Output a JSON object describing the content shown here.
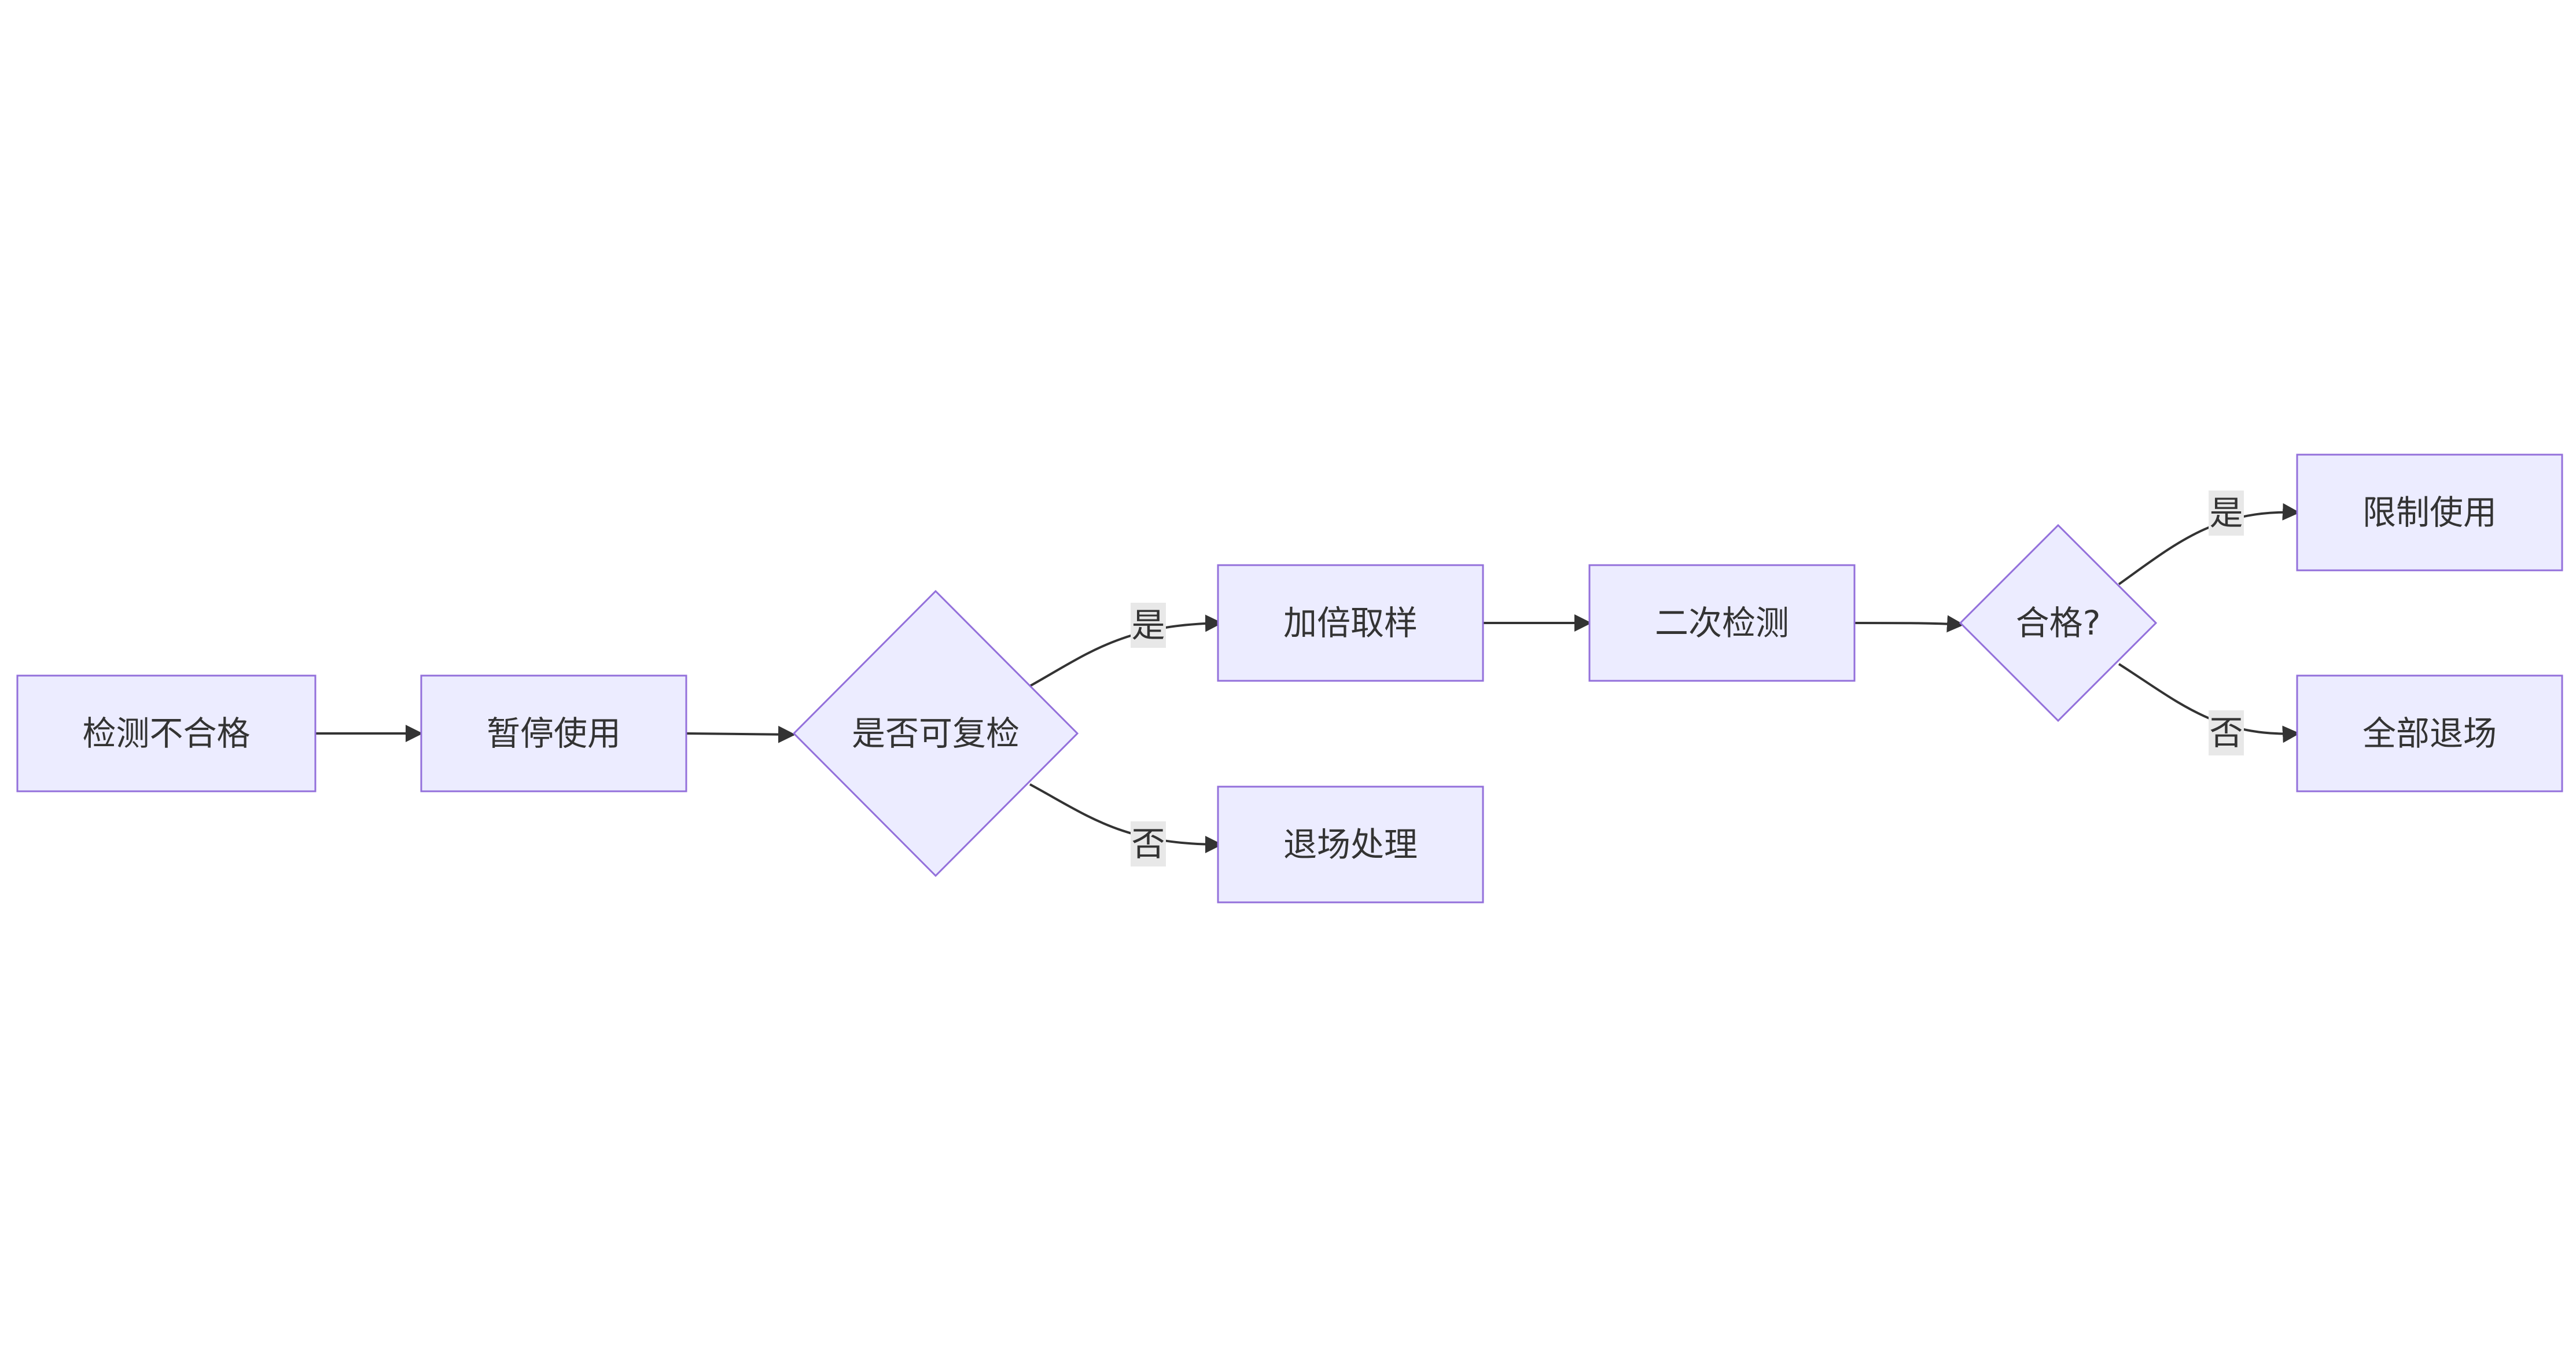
{
  "colors": {
    "node_fill": "#ECECFF",
    "node_stroke": "#9370DB",
    "edge": "#333333",
    "label_bg": "#E8E8E8",
    "text": "#333333"
  },
  "nodes": {
    "n1": {
      "label": "检测不合格",
      "shape": "rect"
    },
    "n2": {
      "label": "暂停使用",
      "shape": "rect"
    },
    "n3": {
      "label": "是否可复检",
      "shape": "diamond"
    },
    "n4": {
      "label": "加倍取样",
      "shape": "rect"
    },
    "n5": {
      "label": "退场处理",
      "shape": "rect"
    },
    "n6": {
      "label": "二次检测",
      "shape": "rect"
    },
    "n7": {
      "label": "合格?",
      "shape": "diamond"
    },
    "n8": {
      "label": "限制使用",
      "shape": "rect"
    },
    "n9": {
      "label": "全部退场",
      "shape": "rect"
    }
  },
  "edges": {
    "e1": {
      "from": "检测不合格",
      "to": "暂停使用",
      "label": ""
    },
    "e2": {
      "from": "暂停使用",
      "to": "是否可复检",
      "label": ""
    },
    "e3": {
      "from": "是否可复检",
      "to": "加倍取样",
      "label": "是"
    },
    "e4": {
      "from": "是否可复检",
      "to": "退场处理",
      "label": "否"
    },
    "e5": {
      "from": "加倍取样",
      "to": "二次检测",
      "label": ""
    },
    "e6": {
      "from": "二次检测",
      "to": "合格?",
      "label": ""
    },
    "e7": {
      "from": "合格?",
      "to": "限制使用",
      "label": "是"
    },
    "e8": {
      "from": "合格?",
      "to": "全部退场",
      "label": "否"
    }
  }
}
